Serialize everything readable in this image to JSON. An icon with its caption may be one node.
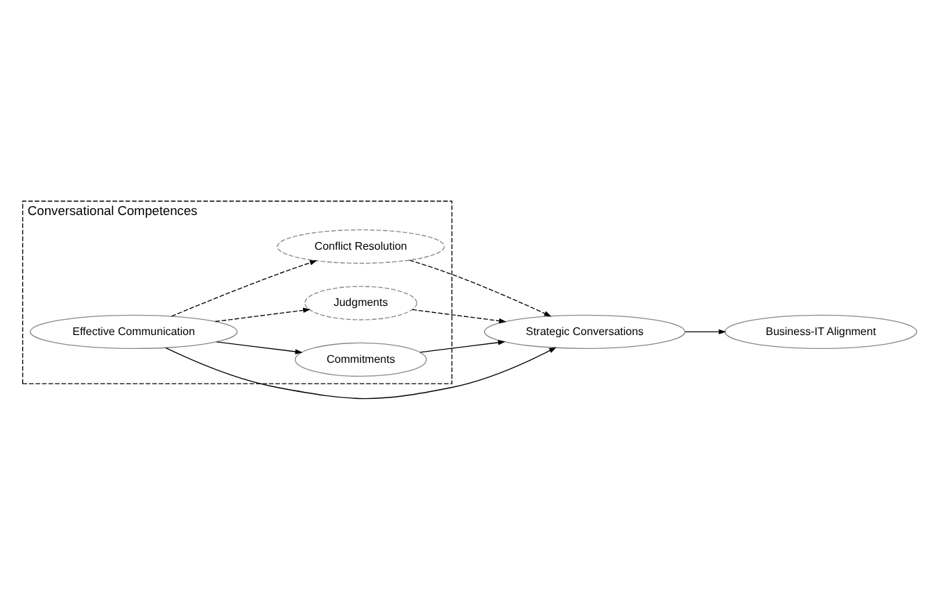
{
  "diagram": {
    "nodes": [
      {
        "text": [
          "Conversational Competences"
        ]
      },
      {
        "text": [
          "Commitments"
        ],
        "in": 0
      },
      {
        "text": [
          "Effective Communication"
        ],
        "in": 0
      },
      {
        "text": [
          "Judgments"
        ],
        "in": 0
      },
      {
        "text": [
          "Conflict Resolution"
        ],
        "in": 0
      },
      {
        "text": [
          "Strategic Conversations"
        ]
      },
      {
        "text": [
          "Business-IT Alignment"
        ]
      }
    ],
    "edges": [
      {
        "from": 2,
        "to": 1,
        "arrow": "to"
      },
      {
        "from": 1,
        "to": 5,
        "arrow": "to"
      },
      {
        "from": 2,
        "to": 5,
        "arrow": "to"
      },
      {
        "from": 2,
        "to": 3,
        "arrow": "to",
        "style": "dashed"
      },
      {
        "from": 2,
        "to": 4,
        "arrow": "to",
        "style": "dashed"
      },
      {
        "from": 3,
        "to": 5,
        "arrow": "to",
        "style": "dashed"
      },
      {
        "from": 4,
        "to": 5,
        "arrow": "to",
        "style": "dashed"
      },
      {
        "from": 5,
        "to": 6,
        "arrow": "to"
      }
    ]
  }
}
